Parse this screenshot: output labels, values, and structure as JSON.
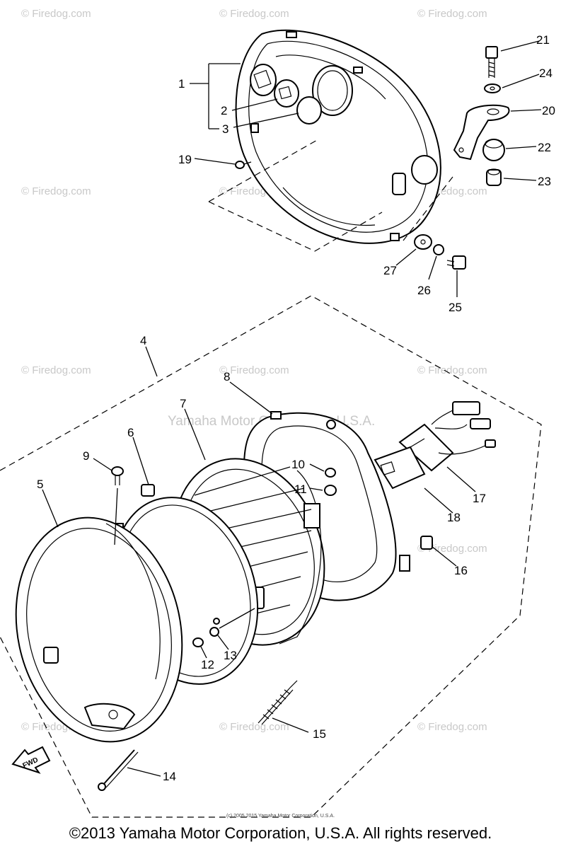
{
  "watermarks": {
    "site": "© Firedog.com",
    "center": "Yamaha Motor Corporation, U.S.A."
  },
  "callouts": [
    "1",
    "2",
    "3",
    "4",
    "5",
    "6",
    "7",
    "8",
    "9",
    "10",
    "11",
    "12",
    "13",
    "14",
    "15",
    "16",
    "17",
    "18",
    "19",
    "20",
    "21",
    "22",
    "23",
    "24",
    "25",
    "26",
    "27"
  ],
  "fwd_label": "FWD",
  "small_copyright": "(c) 2005 2015 Yamaha Motor Corporation, U.S.A.",
  "copyright": "©2013 Yamaha Motor Corporation, U.S.A. All rights reserved."
}
